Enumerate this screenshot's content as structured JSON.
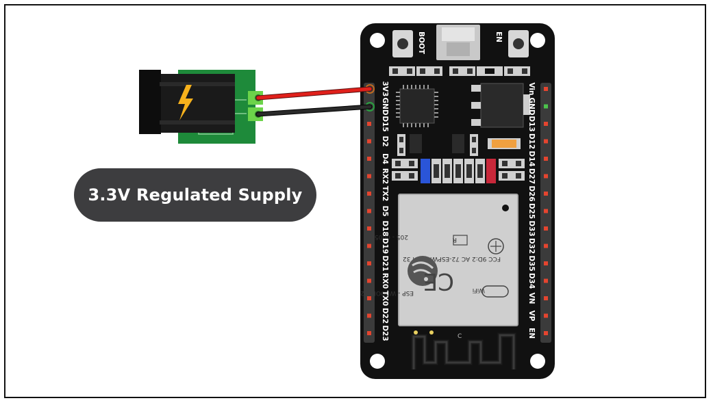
{
  "supply": {
    "label": "3.3V Regulated Supply"
  },
  "board": {
    "buttons": {
      "boot": "BOOT",
      "en": "EN"
    },
    "left_pins": [
      "3V3",
      "GND",
      "D15",
      "D2",
      "D4",
      "RX2",
      "TX2",
      "D5",
      "D18",
      "D19",
      "D21",
      "RX0",
      "TX0",
      "D22",
      "D23"
    ],
    "right_pins": [
      "Vin",
      "GND",
      "D13",
      "D12",
      "D14",
      "D27",
      "D26",
      "D25",
      "D33",
      "D32",
      "D35",
      "D34",
      "VN",
      "VP",
      "EN"
    ],
    "module": {
      "fcc": "FCC 9D:2 AC 72-ESPWROOM 32",
      "cert": "205 - 000519",
      "r_mark": "R",
      "ce": "CE",
      "model": "ESP - WROOM-32",
      "wifi": "WiFi",
      "antenna_c": "C"
    }
  },
  "colors": {
    "board": "#111111",
    "wire_power": "#e0201b",
    "wire_ground": "#222222",
    "jack_pcb": "#1e8a3a",
    "terminal": "#6cd34a",
    "bolt": "#f6b11c",
    "pill": "#3d3d3f",
    "header_pin": "#e5452f",
    "module": "#cfcfcf"
  }
}
